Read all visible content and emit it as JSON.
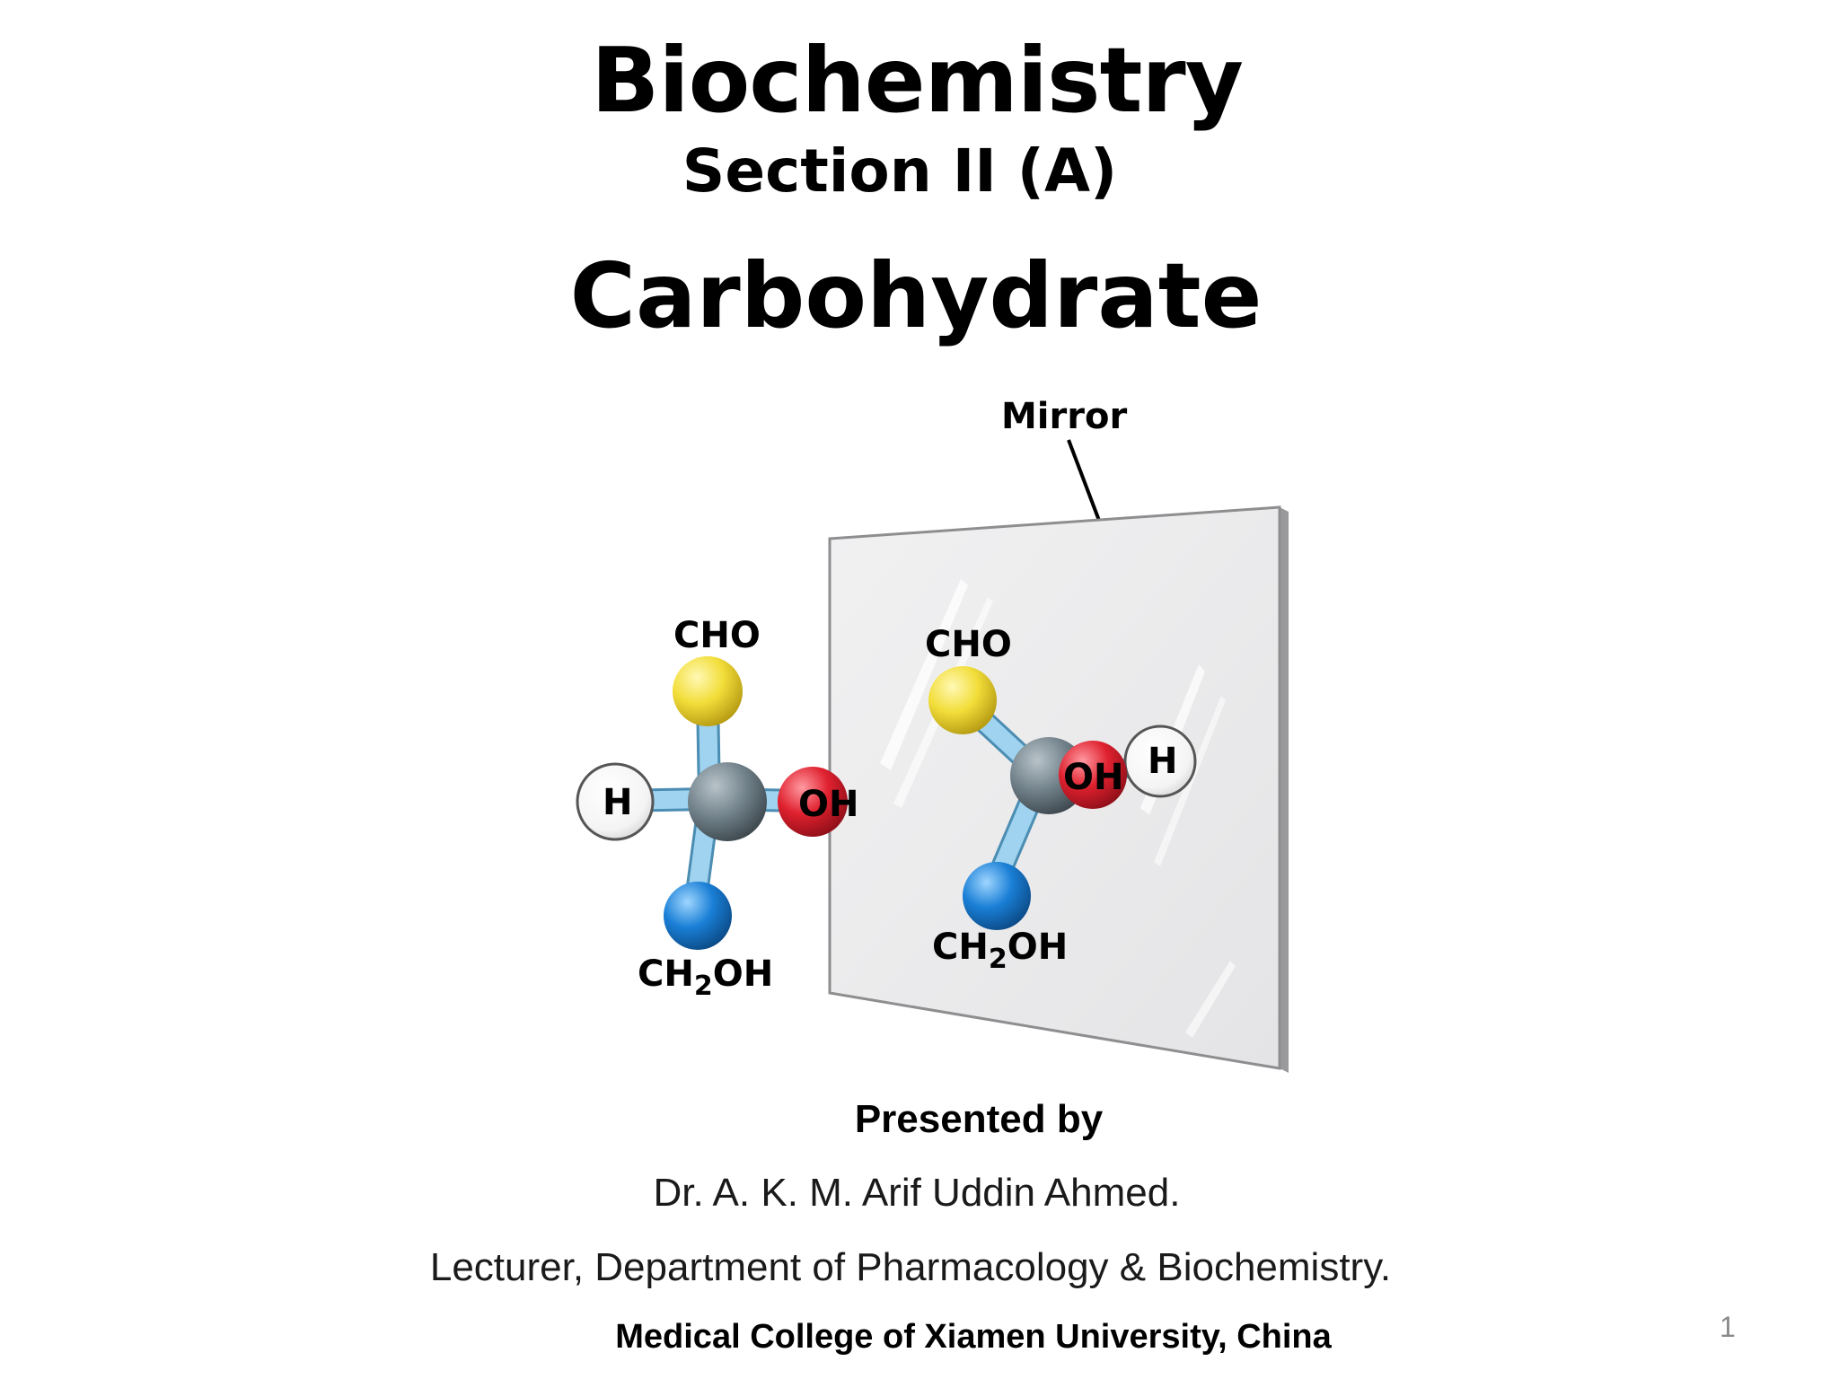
{
  "slide": {
    "title": "Biochemistry",
    "subtitle": "Section II (A)",
    "topic": "Carbohydrate"
  },
  "figure": {
    "mirror_label": "Mirror",
    "left_molecule": {
      "top": "CHO",
      "left": "H",
      "right": "OH",
      "bottom_main": "CH",
      "bottom_sub": "2",
      "bottom_tail": "OH"
    },
    "right_molecule": {
      "top": "CHO",
      "front": "OH",
      "right": "H",
      "bottom_main": "CH",
      "bottom_sub": "2",
      "bottom_tail": "OH"
    },
    "colors": {
      "carbon": "#6f7f88",
      "cho": "#f2de3a",
      "hydroxyl": "#e0212f",
      "hydrogen": "#ffffff",
      "ch2oh": "#1a7fd6",
      "bond": "#9fd3ef",
      "mirror": "#ececee"
    }
  },
  "credits": {
    "presented_by": "Presented by",
    "author": "Dr. A. K. M. Arif Uddin Ahmed.",
    "position": "Lecturer, Department of Pharmacology & Biochemistry.",
    "institution": "Medical College of Xiamen University, China"
  },
  "page_number": "1"
}
